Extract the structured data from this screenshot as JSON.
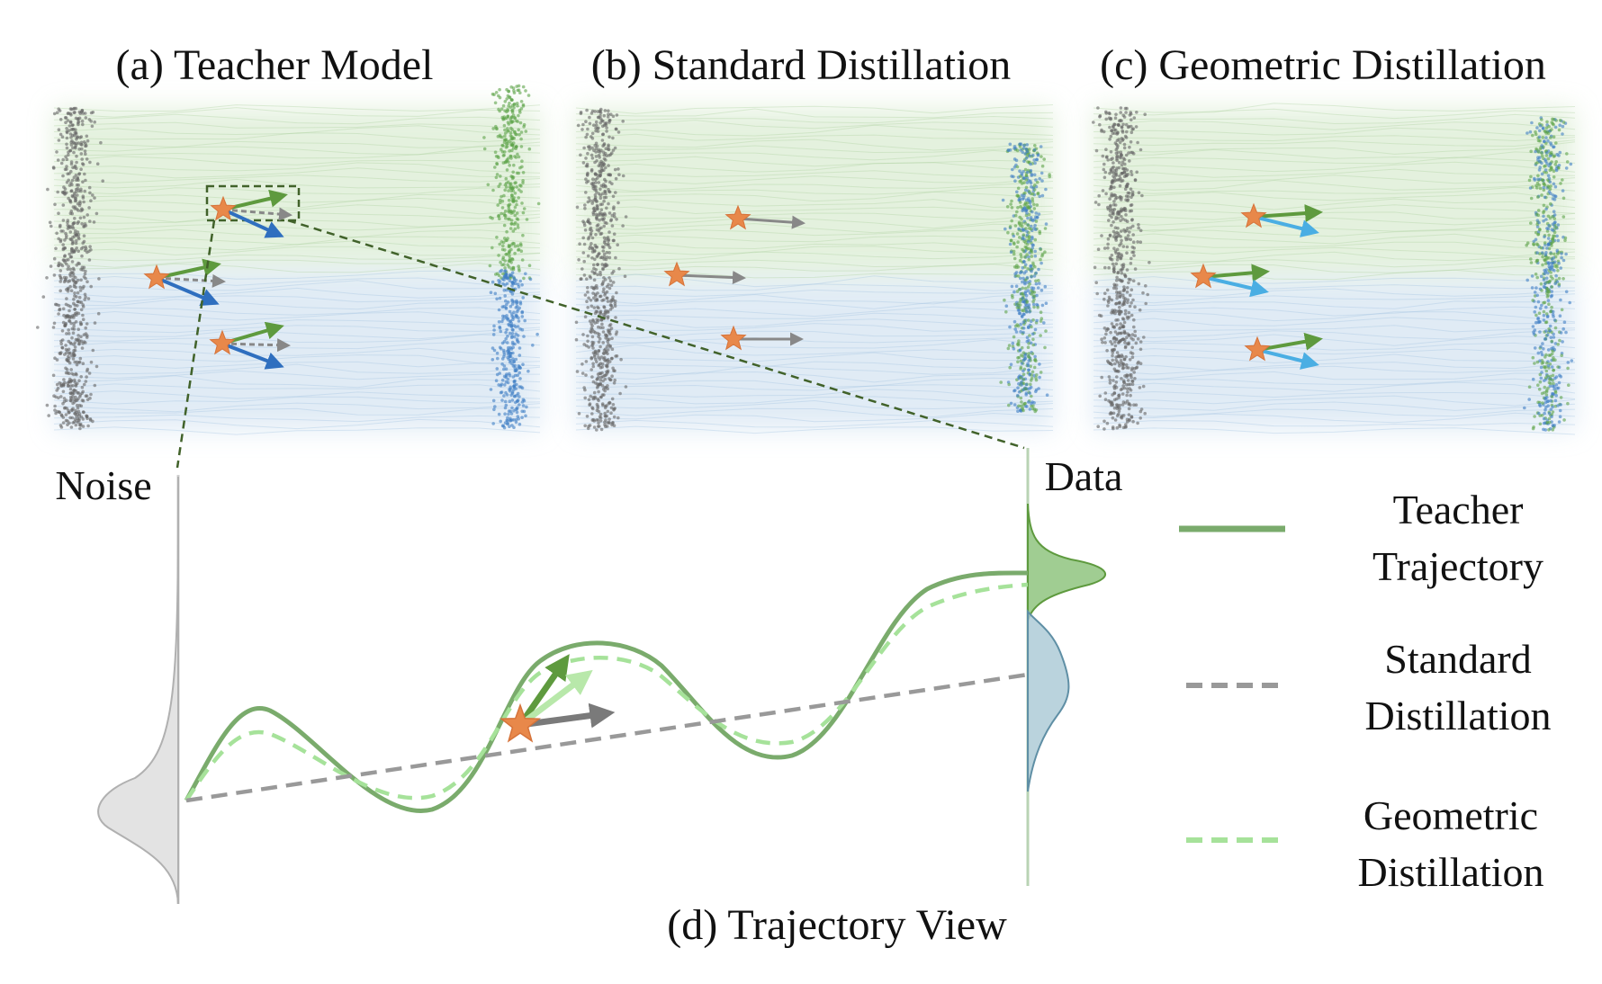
{
  "panels": {
    "a": {
      "title": "(a) Teacher Model"
    },
    "b": {
      "title": "(b) Standard Distillation"
    },
    "c": {
      "title": "(c) Geometric Distillation"
    },
    "d": {
      "title": "(d) Trajectory View"
    }
  },
  "trajectory_view": {
    "noise_label": "Noise",
    "data_label": "Data"
  },
  "legend": {
    "teacher": {
      "line1": "Teacher",
      "line2": "Trajectory",
      "color": "#7aab6c"
    },
    "standard": {
      "line1": "Standard",
      "line2": "Distillation",
      "color": "#999999"
    },
    "geometric": {
      "line1": "Geometric",
      "line2": "Distillation",
      "color": "#a6e29a"
    }
  },
  "colors": {
    "noise_points": "#666666",
    "data_green": "#5ea34a",
    "data_blue": "#3f7fc4",
    "flow_green": "#cfe6c4",
    "flow_blue": "#c8dcee",
    "star": "#e8884a",
    "arrow_teacher_green": "#5e9a3e",
    "arrow_teacher_blue": "#2f6fbf",
    "arrow_standard": "#888888",
    "arrow_geometric_blue": "#4aaee3",
    "zoom_box": "#41622a"
  }
}
